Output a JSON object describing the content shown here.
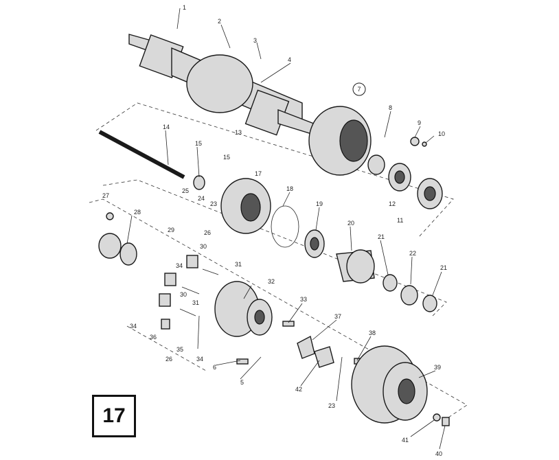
{
  "figure_number": "17",
  "sub_marker": "7",
  "callouts": [
    "1",
    "2",
    "3",
    "4",
    "8",
    "9",
    "10",
    "13",
    "14",
    "15",
    "15",
    "17",
    "18",
    "19",
    "20",
    "21",
    "21",
    "22",
    "23",
    "23",
    "24",
    "25",
    "26",
    "26",
    "27",
    "28",
    "29",
    "30",
    "30",
    "31",
    "31",
    "32",
    "33",
    "34",
    "34",
    "34",
    "35",
    "36",
    "37",
    "38",
    "39",
    "40",
    "41",
    "42",
    "5",
    "6",
    "11",
    "12"
  ],
  "colors": {
    "ink": "#1a1a1a",
    "paper": "#ffffff",
    "shade": "#d9d9d9"
  }
}
